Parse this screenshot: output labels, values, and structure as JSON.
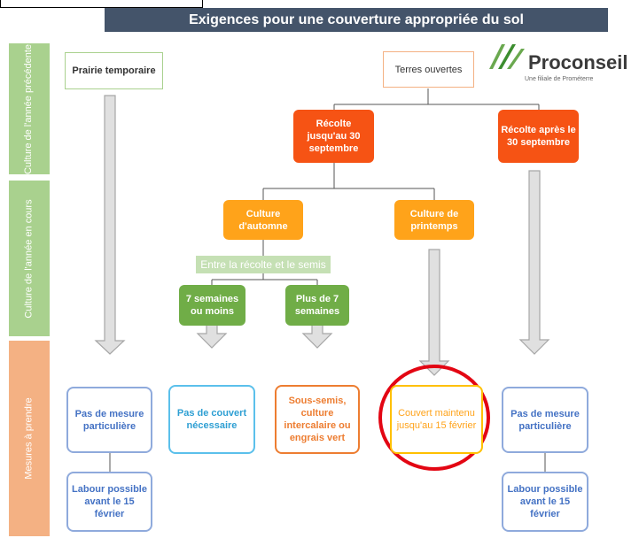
{
  "title": "Exigences pour une couverture appropriée du sol",
  "bands": {
    "previous_crop": "Culture de l'année précédente",
    "current_crop": "Culture de l'année en cours",
    "measures": "Mesures à prendre"
  },
  "logo": {
    "name": "Proconseil",
    "tagline": "Une filiale de Prométerre"
  },
  "nodes": {
    "prairie": "Prairie temporaire",
    "terres": "Terres ouvertes",
    "harvest_before": "Récolte jusqu'au 30 septembre",
    "harvest_after": "Récolte après le 30 septembre",
    "autumn": "Culture d'automne",
    "spring": "Culture de printemps",
    "between": "Entre la récolte et le semis",
    "seven_less": "7 semaines ou moins",
    "seven_more": "Plus de 7 semaines"
  },
  "measures": {
    "m1": "Pas de mesure particulière",
    "m2": "Pas de couvert nécessaire",
    "m3": "Sous-semis, culture intercalaire ou engrais vert",
    "m4": "Couvert maintenu jusqu'au 15 février",
    "m5": "Pas de mesure particulière",
    "l1": "Labour possible avant le 15 février",
    "l5": "Labour possible avant le 15 février"
  },
  "colors": {
    "title_bar": "#44546a",
    "band_green": "#a9d18e",
    "band_orange": "#f4b183",
    "deep_orange": "#f65314",
    "light_orange": "#ffa31a",
    "green": "#70ad47",
    "highlight_circle": "#e30613"
  }
}
